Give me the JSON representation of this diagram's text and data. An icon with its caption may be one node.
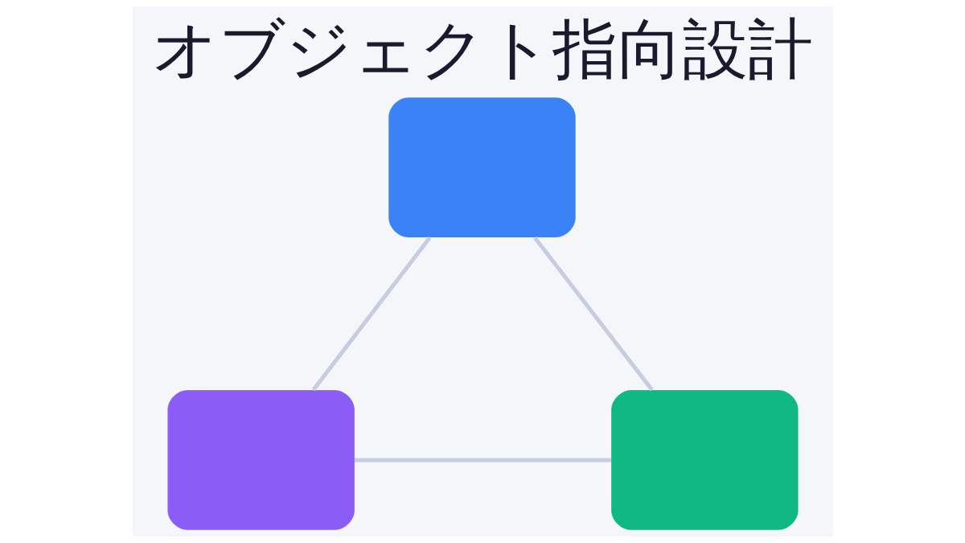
{
  "diagram": {
    "title": "オブジェクト指向設計",
    "nodes": [
      {
        "text": [],
        "shape": "box"
      },
      {
        "text": [],
        "shape": "box"
      },
      {
        "text": [],
        "shape": "box"
      }
    ],
    "edges": [
      {
        "from": 0,
        "to": 1,
        "arrow": "none"
      },
      {
        "from": 0,
        "to": 2,
        "arrow": "none"
      },
      {
        "from": 1,
        "to": 2,
        "arrow": "none"
      }
    ]
  }
}
